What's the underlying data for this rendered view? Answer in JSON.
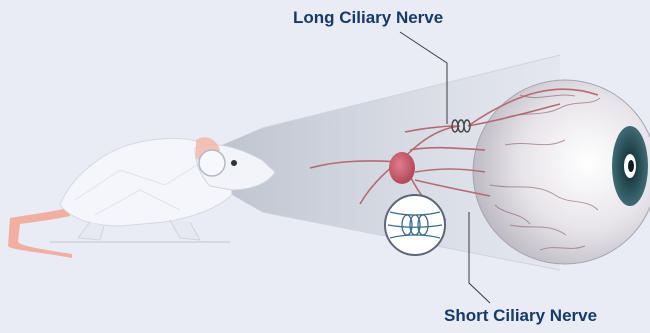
{
  "labels": {
    "long_ciliary_nerve": "Long Ciliary Nerve",
    "short_ciliary_nerve": "Short Ciliary Nerve"
  },
  "colors": {
    "background": "#e9ecf4",
    "label_text": "#17396b",
    "nerve": "#b56a72",
    "ganglion": "#c25567",
    "mouse_body": "#f4f6fb",
    "mouse_tail": "#f2a898",
    "iris": "#2d5560",
    "leader_line": "#3a3a3a"
  },
  "icons": [
    "mouse-illustration",
    "eyeball-illustration",
    "ciliary-ganglion",
    "nerve-cross-section-icon",
    "nerve-coil-icon"
  ]
}
